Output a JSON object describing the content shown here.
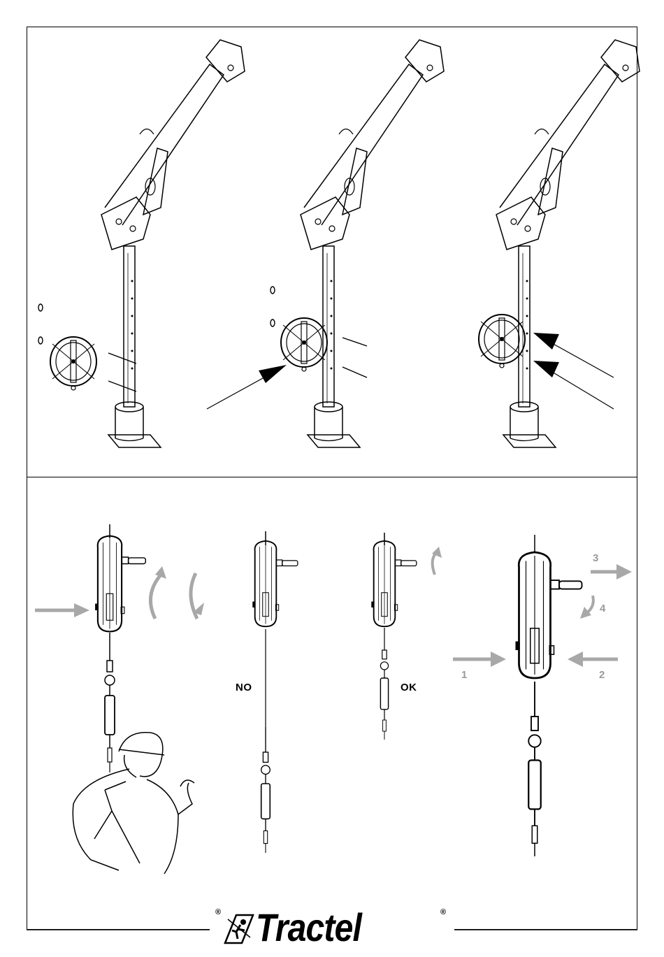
{
  "labels": {
    "no": "NO",
    "ok": "OK"
  },
  "steps": {
    "s1": "1",
    "s2": "2",
    "s3": "3",
    "s4": "4"
  },
  "brand": {
    "name": "Tractel",
    "reg_mark": "®"
  },
  "colors": {
    "line": "#000000",
    "arrow_gray": "#a8a8a8"
  },
  "icons": {
    "logo": "tractel-climber-logo"
  }
}
